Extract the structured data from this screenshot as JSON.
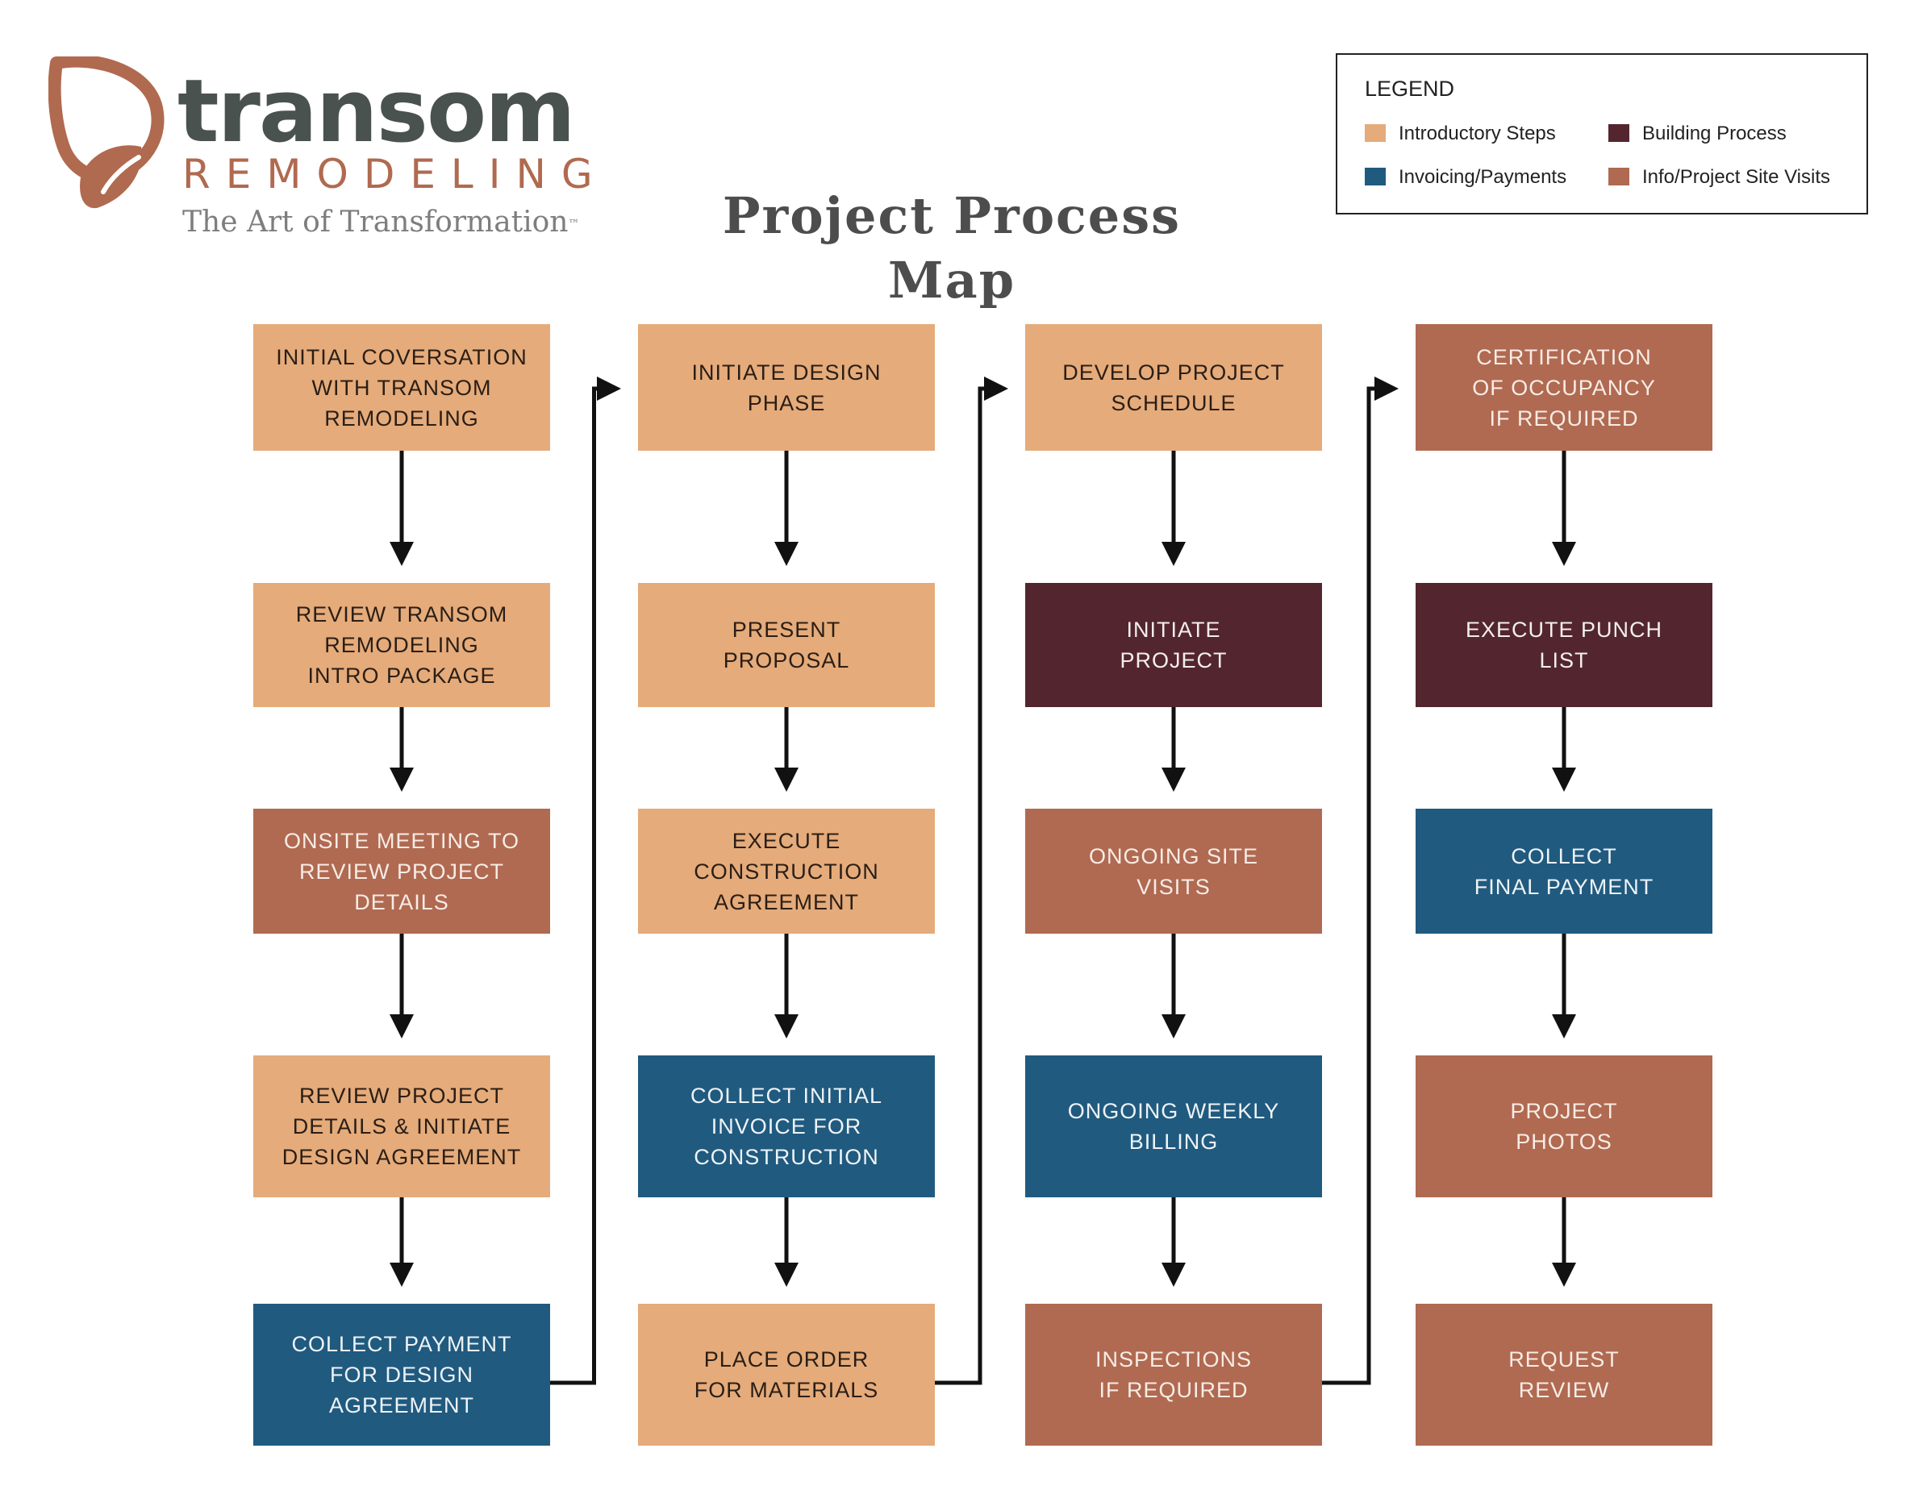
{
  "logo": {
    "name": "transom",
    "sub": "REMODELING",
    "tagline": "The Art of Transformation",
    "trademark": "™",
    "icon": "butterfly-wing-icon",
    "colors": {
      "name": "#4a5250",
      "accent": "#b06a4f",
      "tagline": "#7e7e7e"
    }
  },
  "title": "Project Process Map",
  "legend": {
    "title": "LEGEND",
    "items": [
      {
        "label": "Introductory Steps",
        "color": "#e5ab7a"
      },
      {
        "label": "Building Process",
        "color": "#53262f"
      },
      {
        "label": "Invoicing/Payments",
        "color": "#205a7f"
      },
      {
        "label": "Info/Project Site Visits",
        "color": "#b06a51"
      }
    ]
  },
  "columns": [
    {
      "steps": [
        {
          "label": "INITIAL COVERSATION\nWITH TRANSOM\nREMODELING",
          "category": "intro"
        },
        {
          "label": "REVIEW TRANSOM\nREMODELING\nINTRO PACKAGE",
          "category": "intro"
        },
        {
          "label": "ONSITE MEETING TO\nREVIEW PROJECT\nDETAILS",
          "category": "info"
        },
        {
          "label": "REVIEW PROJECT\nDETAILS & INITIATE\nDESIGN AGREEMENT",
          "category": "intro"
        },
        {
          "label": "COLLECT PAYMENT\nFOR DESIGN\nAGREEMENT",
          "category": "invoice"
        }
      ]
    },
    {
      "steps": [
        {
          "label": "INITIATE DESIGN\nPHASE",
          "category": "intro"
        },
        {
          "label": "PRESENT\nPROPOSAL",
          "category": "intro"
        },
        {
          "label": "EXECUTE\nCONSTRUCTION\nAGREEMENT",
          "category": "intro"
        },
        {
          "label": "COLLECT INITIAL\nINVOICE FOR\nCONSTRUCTION",
          "category": "invoice"
        },
        {
          "label": "PLACE ORDER\nFOR MATERIALS",
          "category": "intro"
        }
      ]
    },
    {
      "steps": [
        {
          "label": "DEVELOP PROJECT\nSCHEDULE",
          "category": "intro"
        },
        {
          "label": "INITIATE\nPROJECT",
          "category": "building"
        },
        {
          "label": "ONGOING SITE\nVISITS",
          "category": "info"
        },
        {
          "label": "ONGOING WEEKLY\nBILLING",
          "category": "invoice"
        },
        {
          "label": "INSPECTIONS\nIF REQUIRED",
          "category": "info"
        }
      ]
    },
    {
      "steps": [
        {
          "label": "CERTIFICATION\nOF OCCUPANCY\nIF REQUIRED",
          "category": "info"
        },
        {
          "label": "EXECUTE PUNCH\nLIST",
          "category": "building"
        },
        {
          "label": "COLLECT\nFINAL PAYMENT",
          "category": "invoice"
        },
        {
          "label": "PROJECT\nPHOTOS",
          "category": "info"
        },
        {
          "label": "REQUEST\nREVIEW",
          "category": "info"
        }
      ]
    }
  ]
}
